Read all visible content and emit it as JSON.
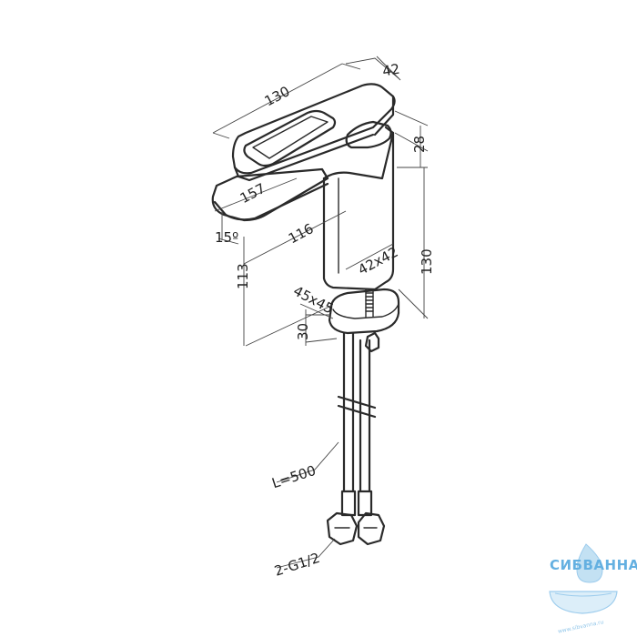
{
  "drawing": {
    "dimensions": {
      "width_130": "130",
      "depth_42": "42",
      "spout_thickness_28": "28",
      "length_157": "157",
      "reach_116": "116",
      "angle_15": "15º",
      "height_113": "113",
      "body_section": "42x42",
      "body_height_130": "130",
      "base_section": "45x45",
      "base_30": "30",
      "hose_length": "L=500",
      "connection": "2-G1/2"
    }
  },
  "watermark": {
    "brand": "СИБВАННА",
    "site": "www.sibvanna.ru",
    "color": "#4aa3dc"
  }
}
